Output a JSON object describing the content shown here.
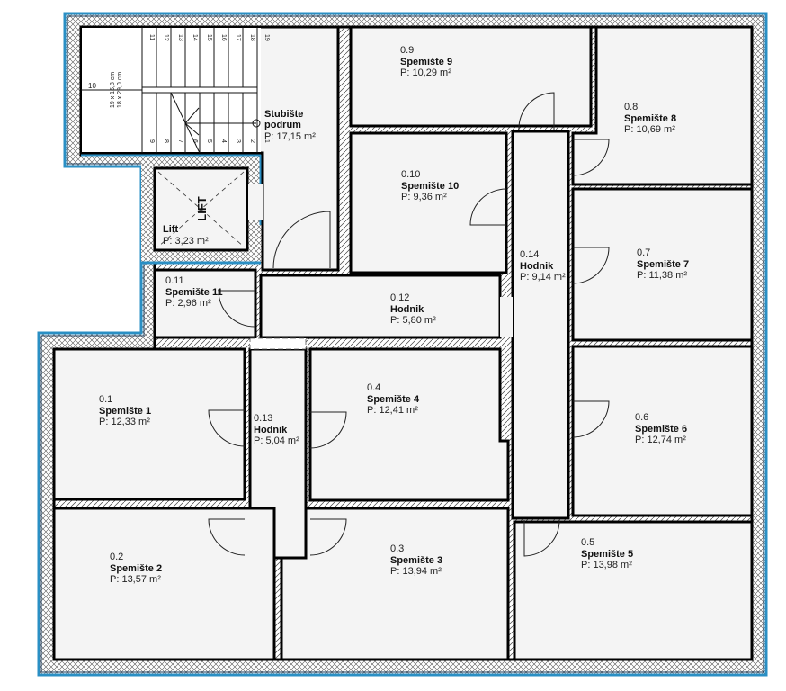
{
  "plan": {
    "colors": {
      "outline": "#2a8fc4",
      "room_fill": "#f4f4f4",
      "wall": "#000000"
    },
    "stair": {
      "upper_steps": [
        "11",
        "12",
        "13",
        "14",
        "15",
        "16",
        "17",
        "18",
        "19"
      ],
      "lower_steps": [
        "9",
        "8",
        "7",
        "6",
        "5",
        "4",
        "3",
        "2",
        "1"
      ],
      "landing_step": "10",
      "dim_riser": "19 x 15,8 cm",
      "dim_tread": "18 x 29,0 cm"
    },
    "lift_symbol": "LIFT",
    "rooms": {
      "stubiste": {
        "name1": "Stubište",
        "name2": "podrum",
        "area": "P: 17,15 m²"
      },
      "lift": {
        "name": "Lift",
        "area": "P: 3,23 m²"
      },
      "r011": {
        "number": "0.11",
        "name": "Spemište 11",
        "area": "P: 2,96 m²"
      },
      "r012": {
        "number": "0.12",
        "name": "Hodnik",
        "area": "P: 5,80 m²"
      },
      "r09": {
        "number": "0.9",
        "name": "Spemište 9",
        "area": "P: 10,29 m²"
      },
      "r08": {
        "number": "0.8",
        "name": "Spemište 8",
        "area": "P: 10,69 m²"
      },
      "r010": {
        "number": "0.10",
        "name": "Spemište 10",
        "area": "P: 9,36 m²"
      },
      "r014": {
        "number": "0.14",
        "name": "Hodnik",
        "area": "P: 9,14 m²"
      },
      "r07": {
        "number": "0.7",
        "name": "Spemište 7",
        "area": "P: 11,38 m²"
      },
      "r01": {
        "number": "0.1",
        "name": "Spemište 1",
        "area": "P: 12,33 m²"
      },
      "r013": {
        "number": "0.13",
        "name": "Hodnik",
        "area": "P: 5,04 m²"
      },
      "r04": {
        "number": "0.4",
        "name": "Spemište 4",
        "area": "P: 12,41 m²"
      },
      "r06": {
        "number": "0.6",
        "name": "Spemište 6",
        "area": "P: 12,74 m²"
      },
      "r02": {
        "number": "0.2",
        "name": "Spemište 2",
        "area": "P: 13,57 m²"
      },
      "r03": {
        "number": "0.3",
        "name": "Spemište 3",
        "area": "P: 13,94 m²"
      },
      "r05": {
        "number": "0.5",
        "name": "Spemište 5",
        "area": "P: 13,98 m²"
      }
    }
  }
}
